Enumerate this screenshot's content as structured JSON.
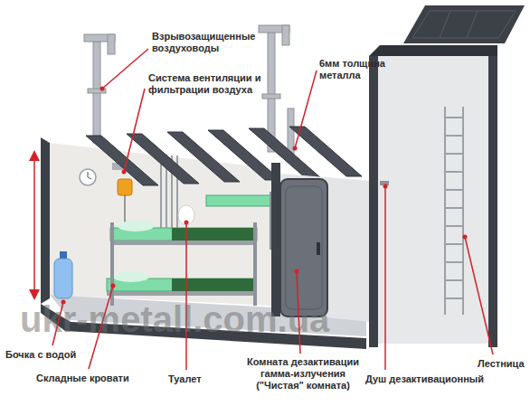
{
  "diagram": {
    "labels": [
      "Взрывозащищенные воздуховоды",
      "Система вентиляции и фильтрации воздуха",
      "6мм толщина металла",
      "Бочка с водой",
      "Складные кровати",
      "Туалет",
      "Комната дезактивации гамма-излучения (\"Чистая\" комната)",
      "Душ дезактивационный",
      "Лестница",
      "ukr-metall.com.ua"
    ]
  }
}
